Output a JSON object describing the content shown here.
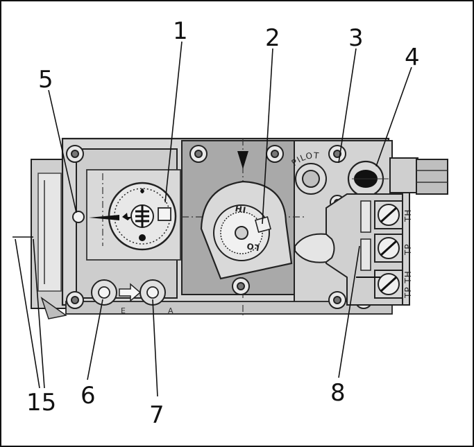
{
  "diagram": {
    "callouts": [
      "1",
      "2",
      "3",
      "4",
      "5",
      "15",
      "6",
      "7",
      "8"
    ],
    "labels": {
      "pilot": "PILOT",
      "hi": "HI",
      "lo": "LO",
      "th": "TH",
      "tp": "TP",
      "tp_th": "TP TH",
      "e": "E",
      "a": "A"
    },
    "colors": {
      "body": "#d7d7d7",
      "panel": "#a9a9a9",
      "outline": "#222222",
      "background": "#ffffff"
    }
  }
}
